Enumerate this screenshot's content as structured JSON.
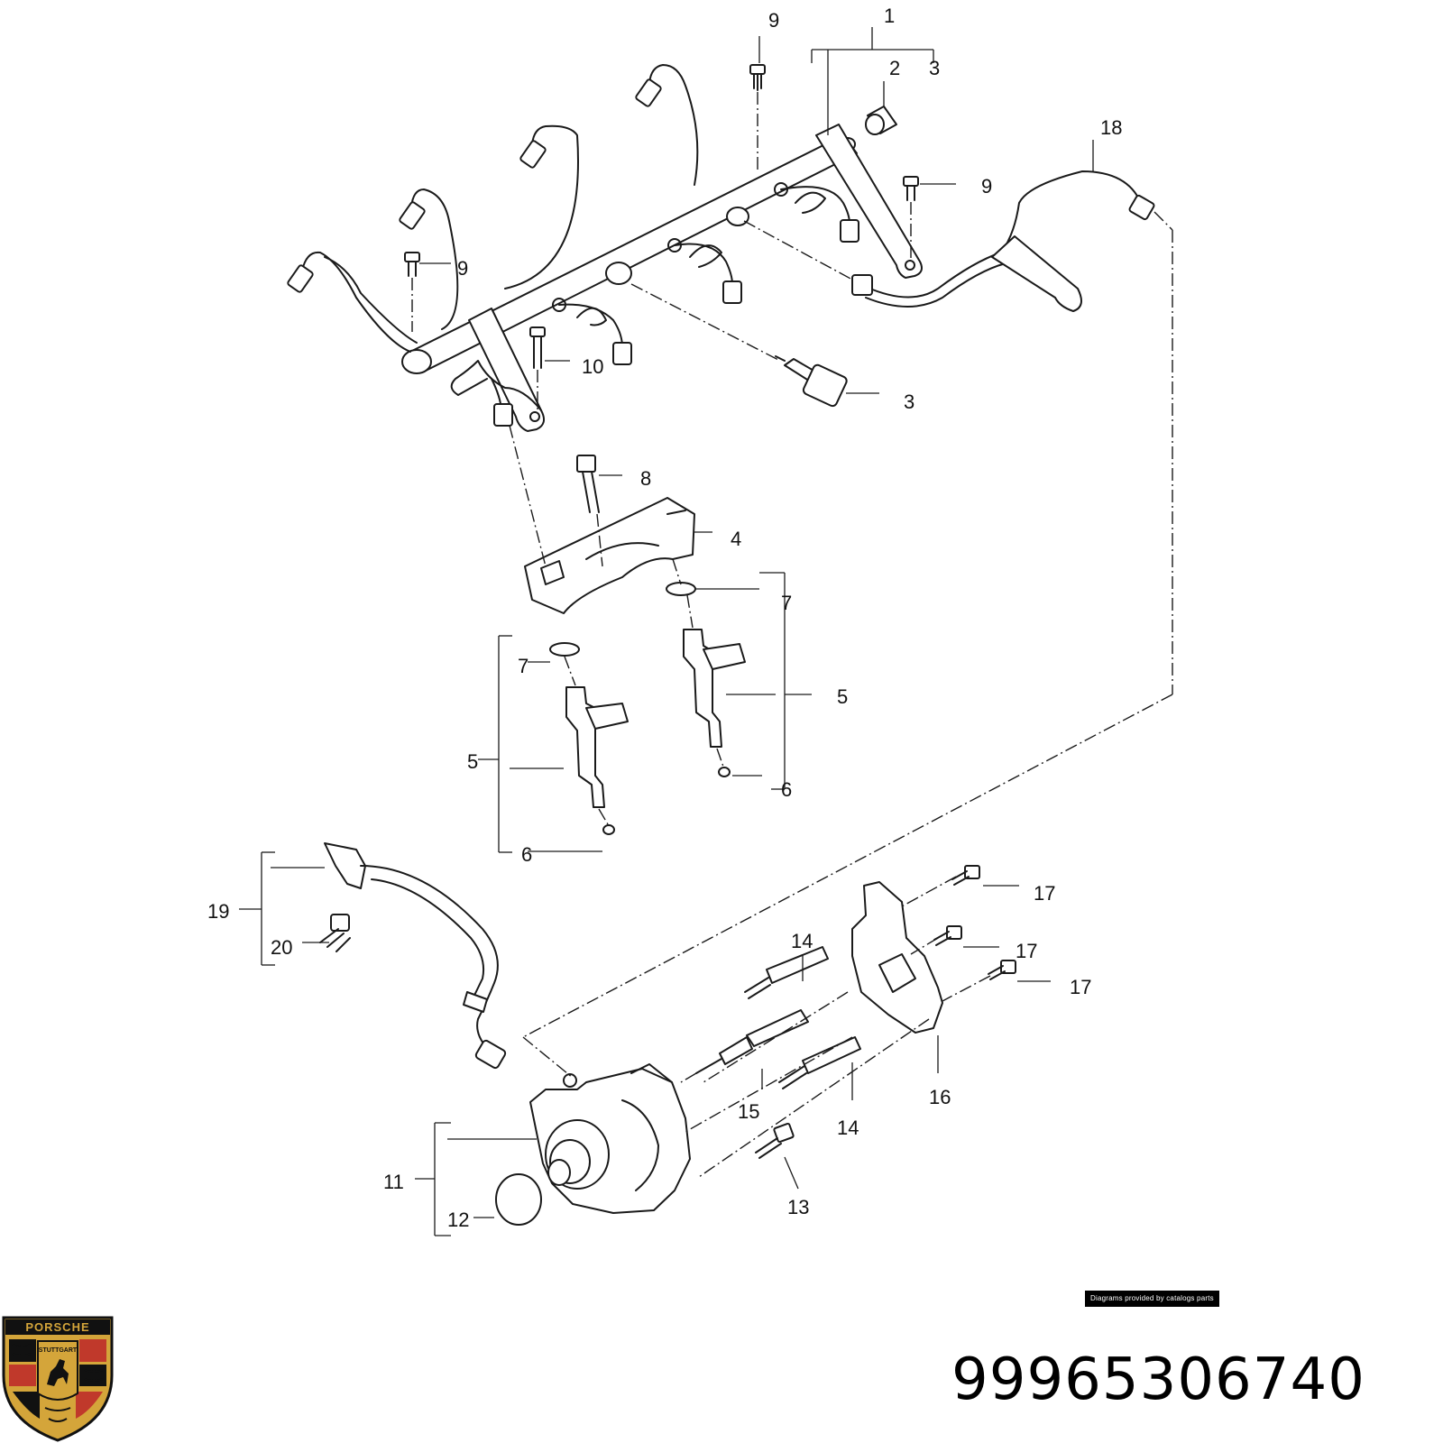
{
  "callouts": {
    "c1": "1",
    "c2": "2",
    "c3a": "3",
    "c3b": "3",
    "c4": "4",
    "c5a": "5",
    "c5b": "5",
    "c6a": "6",
    "c6b": "6",
    "c7a": "7",
    "c7b": "7",
    "c8": "8",
    "c9a": "9",
    "c9b": "9",
    "c9c": "9",
    "c10": "10",
    "c11": "11",
    "c12": "12",
    "c13": "13",
    "c14a": "14",
    "c14b": "14",
    "c15": "15",
    "c16": "16",
    "c17a": "17",
    "c17b": "17",
    "c17c": "17",
    "c18": "18",
    "c19": "19",
    "c20": "20"
  },
  "credit": "Diagrams provided by catalogs parts",
  "part_number": "99965306740",
  "logo": {
    "brand": "PORSCHE",
    "city": "STUTTGART"
  },
  "colors": {
    "line": "#1a1a1a",
    "background": "#ffffff",
    "logo_gold": "#d4a53a",
    "logo_red": "#c0392b",
    "logo_black": "#111111"
  }
}
